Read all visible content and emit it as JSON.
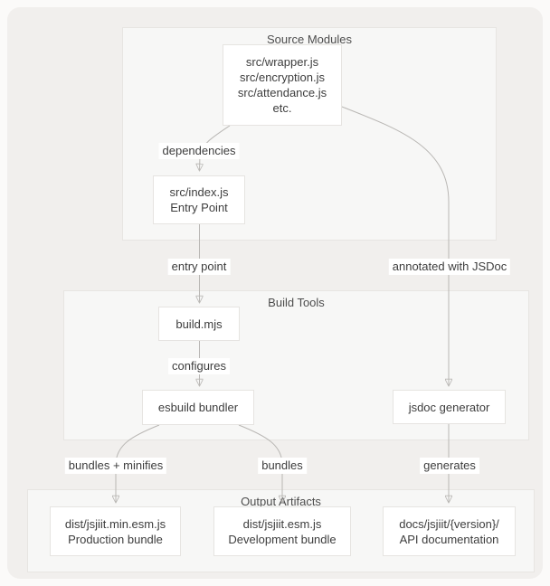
{
  "groups": {
    "source_modules": {
      "title": "Source Modules"
    },
    "build_tools": {
      "title": "Build Tools"
    },
    "output_artifacts": {
      "title": "Output Artifacts"
    }
  },
  "nodes": {
    "source_files": {
      "lines": [
        "src/wrapper.js",
        "src/encryption.js",
        "src/attendance.js",
        "etc."
      ]
    },
    "entry_point": {
      "lines": [
        "src/index.js",
        "Entry Point"
      ]
    },
    "build_mjs": {
      "lines": [
        "build.mjs"
      ]
    },
    "esbuild_bundler": {
      "lines": [
        "esbuild bundler"
      ]
    },
    "jsdoc_generator": {
      "lines": [
        "jsdoc generator"
      ]
    },
    "production_bundle": {
      "lines": [
        "dist/jsjiit.min.esm.js",
        "Production bundle"
      ]
    },
    "development_bundle": {
      "lines": [
        "dist/jsjiit.esm.js",
        "Development bundle"
      ]
    },
    "api_documentation": {
      "lines": [
        "docs/jsjiit/{version}/",
        "API documentation"
      ]
    }
  },
  "edge_labels": {
    "dependencies": "dependencies",
    "entry_point": "entry point",
    "annotated_with_jsdoc": "annotated with JSDoc",
    "configures": "configures",
    "bundles_minifies": "bundles + minifies",
    "bundles": "bundles",
    "generates": "generates"
  },
  "colors": {
    "canvas_bg": "#f1efed",
    "page_bg": "#fbfaf9",
    "group_bg": "#f7f7f6",
    "group_border": "#e7e5e2",
    "node_bg": "#ffffff",
    "node_border": "#e6e4e1",
    "edge_line": "#b9b7b4",
    "arrowhead": "#9c9a97",
    "text": "#3d3d3d"
  }
}
